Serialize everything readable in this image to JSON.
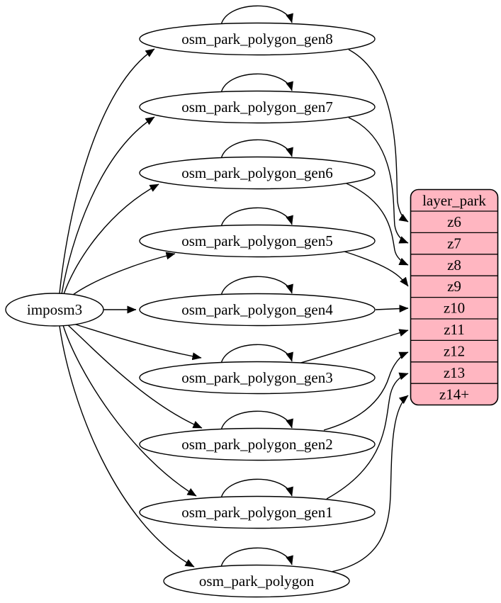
{
  "diagram": {
    "type": "graphviz-digraph",
    "background": "#ffffff",
    "source": {
      "label": "imposm3"
    },
    "nodes": [
      {
        "label": "osm_park_polygon_gen8",
        "target_row": "z6"
      },
      {
        "label": "osm_park_polygon_gen7",
        "target_row": "z7"
      },
      {
        "label": "osm_park_polygon_gen6",
        "target_row": "z8"
      },
      {
        "label": "osm_park_polygon_gen5",
        "target_row": "z9"
      },
      {
        "label": "osm_park_polygon_gen4",
        "target_row": "z10"
      },
      {
        "label": "osm_park_polygon_gen3",
        "target_row": "z11"
      },
      {
        "label": "osm_park_polygon_gen2",
        "target_row": "z12"
      },
      {
        "label": "osm_park_polygon_gen1",
        "target_row": "z13"
      },
      {
        "label": "osm_park_polygon",
        "target_row": "z14+"
      }
    ],
    "table": {
      "title": "layer_park",
      "rows": [
        "z6",
        "z7",
        "z8",
        "z9",
        "z10",
        "z11",
        "z12",
        "z13",
        "z14+"
      ],
      "fill": "#ffb6c1",
      "stroke": "#000000"
    },
    "node_fill": "#ffffff",
    "edge_color": "#000000"
  }
}
